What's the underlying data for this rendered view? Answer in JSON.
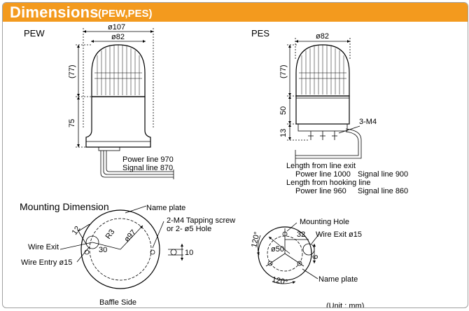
{
  "header": {
    "title": "Dimensions",
    "subtitle": "(PEW,PES)"
  },
  "pew": {
    "label": "PEW",
    "dia_top": "ø107",
    "dia_lens": "ø82",
    "dim_lens_height": "(77)",
    "dim_base_height": "75",
    "power_line": "Power line 970",
    "signal_line": "Signal line 870"
  },
  "pes": {
    "label": "PES",
    "dia_lens": "ø82",
    "dim_lens_height": "(77)",
    "dim_body_height": "50",
    "dim_terminal_height": "13",
    "thread": "3-M4",
    "line_exit_title": "Length from line exit",
    "line_exit_power": "Power line 1000",
    "line_exit_signal": "Signal line 900",
    "hooking_title": "Length from hooking line",
    "hooking_power": "Power line 960",
    "hooking_signal": "Signal line 860"
  },
  "mounting": {
    "title": "Mounting Dimension",
    "name_plate": "Name plate",
    "tapping": "2-M4 Tapping screw",
    "hole": "or 2- ø5 Hole",
    "dim_12": "12",
    "dim_r3": "R3",
    "dim_30": "30",
    "dim_97": "ø97",
    "dim_10": "10",
    "wire_exit": "Wire Exit",
    "wire_entry": "Wire Entry ø15",
    "baffle_side": "Baffle Side"
  },
  "pes_mount": {
    "mounting_hole": "Mounting Hole",
    "dim_32": "32",
    "wire_exit": "Wire Exit ø15",
    "angle_top": "120°",
    "angle_bottom": "120°",
    "dim_50": "ø50",
    "dim_6": "6",
    "name_plate": "Name plate"
  },
  "unit": "(Unit : mm)"
}
